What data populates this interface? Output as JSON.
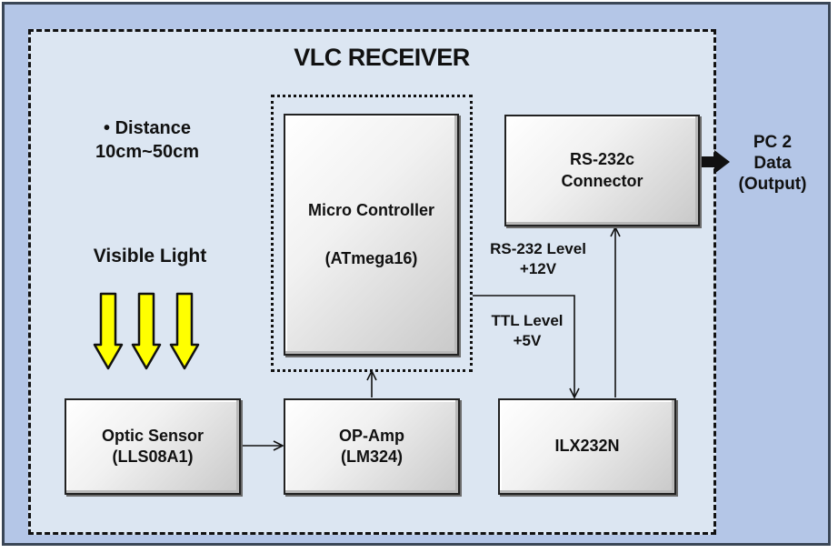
{
  "diagram": {
    "title": "VLC RECEIVER",
    "distance": {
      "line1": "• Distance",
      "line2": "10cm~50cm"
    },
    "visible_light_label": "Visible Light",
    "blocks": {
      "mcu": {
        "line1": "Micro Controller",
        "line2": "(ATmega16)"
      },
      "rs232_connector": {
        "line1": "RS-232c",
        "line2": "Connector"
      },
      "optic_sensor": {
        "line1": "Optic Sensor",
        "line2": "(LLS08A1)"
      },
      "op_amp": {
        "line1": "OP-Amp",
        "line2": "(LM324)"
      },
      "ilx": {
        "line1": "ILX232N"
      }
    },
    "labels": {
      "rs232_level": {
        "line1": "RS-232 Level",
        "line2": "+12V"
      },
      "ttl_level": {
        "line1": "TTL Level",
        "line2": "+5V"
      },
      "output": {
        "line1": "PC 2",
        "line2": "Data",
        "line3": "(Output)"
      }
    },
    "colors": {
      "light_arrow_fill": "#ffff00",
      "outer_bg": "#b4c6e7",
      "inner_bg": "#dce6f2"
    }
  }
}
